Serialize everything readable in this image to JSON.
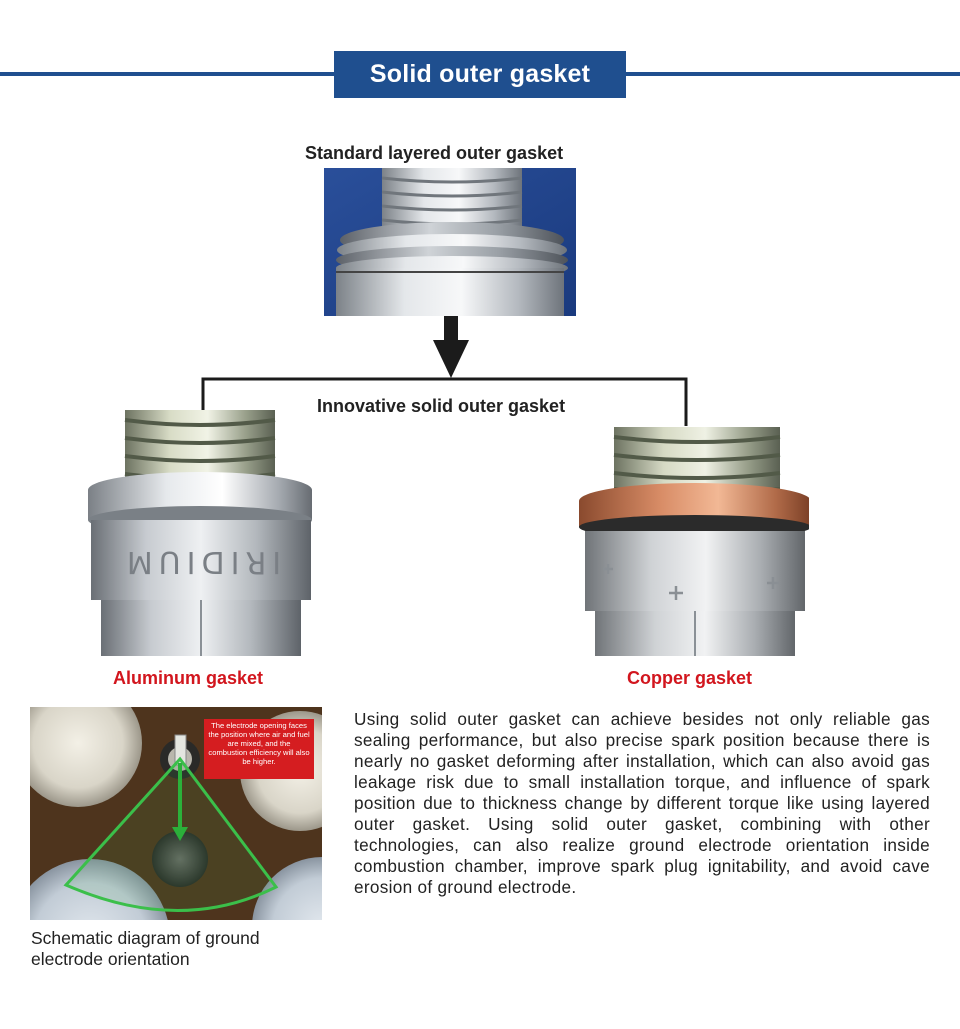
{
  "header": {
    "title": "Solid outer gasket"
  },
  "labels": {
    "standard": "Standard layered outer gasket",
    "innovative": "Innovative solid outer gasket",
    "aluminum": "Aluminum gasket",
    "copper": "Copper  gasket"
  },
  "diagram": {
    "note": "The electrode opening faces the position where air and fuel are mixed, and the combustion efficiency will also be higher.",
    "caption": "Schematic diagram of ground electrode orientation"
  },
  "plug_engraving": "IRIDIUM",
  "body": "Using solid outer gasket can achieve besides not only reliable gas sealing performance, but also precise spark position because there is nearly no gasket deforming after installation, which can also avoid gas leakage risk due to small installation torque, and influence of spark position due to thickness change by different torque like using layered outer gasket. Using solid outer gasket, combining with other technologies, can also realize ground electrode orientation inside combustion chamber, improve spark plug ignitability, and avoid cave erosion of ground electrode.",
  "colors": {
    "brand_blue": "#1f4f8f",
    "accent_red": "#d2161e"
  }
}
